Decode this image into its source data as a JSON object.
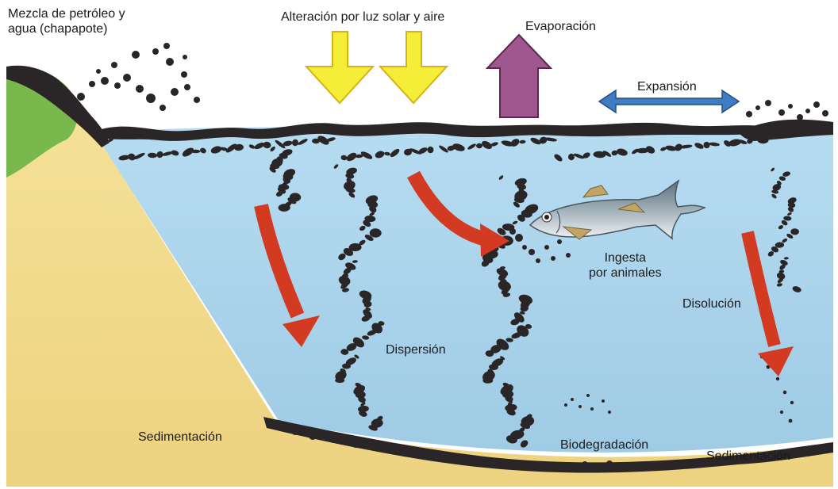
{
  "labels": {
    "mixture": {
      "line1": "Mezcla de petróleo y",
      "line2": "agua (chapapote)"
    },
    "weathering": "Alteración por luz solar y aire",
    "evaporation": "Evaporación",
    "spreading": "Expansión",
    "ingestion": {
      "line1": "Ingesta",
      "line2": "por animales"
    },
    "dissolution": "Disolución",
    "dispersion": "Dispersión",
    "sedimentation_left": "Sedimentación",
    "biodegradation": "Biodegradación",
    "sedimentation_right": "Sedimentación"
  },
  "colors": {
    "sky": "#ffffff",
    "water": "#a9d2ea",
    "sand": "#f2dd8f",
    "grass": "#78b84c",
    "oil": "#2a2627",
    "sunlight_arrow": "#f5ee38",
    "evaporation_arrow": "#a0568e",
    "spreading_arrow": "#3f7cc3",
    "process_arrow": "#d33a22",
    "fish_body": "#98a7b0",
    "text": "#1b1b1b"
  }
}
